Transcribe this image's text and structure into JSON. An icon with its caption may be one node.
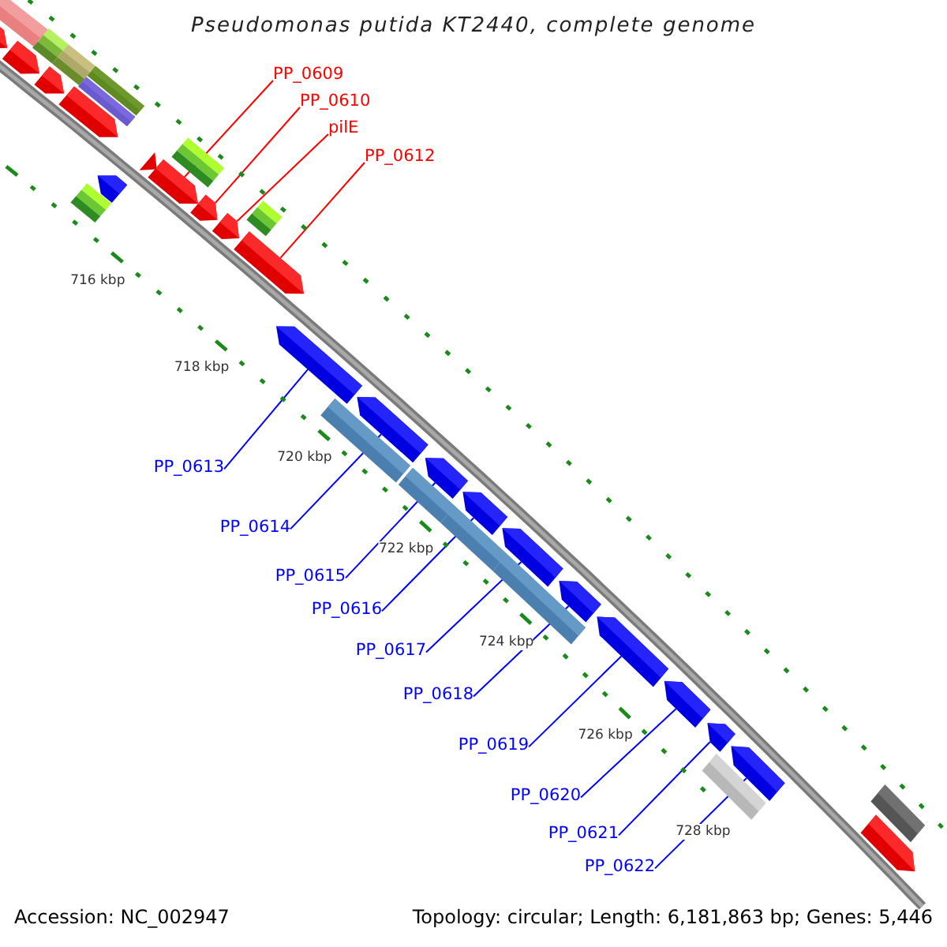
{
  "diagram": {
    "title": "Pseudomonas putida KT2440, complete genome",
    "nodes": [
      {
        "text": [
          "PP_0609"
        ]
      },
      {
        "text": [
          "PP_0610"
        ]
      },
      {
        "text": [
          "pilE"
        ]
      },
      {
        "text": [
          "PP_0612"
        ]
      },
      {
        "text": [
          "PP_0613"
        ]
      },
      {
        "text": [
          "PP_0614"
        ]
      },
      {
        "text": [
          "PP_0615"
        ]
      },
      {
        "text": [
          "PP_0616"
        ]
      },
      {
        "text": [
          "PP_0617"
        ]
      },
      {
        "text": [
          "PP_0618"
        ]
      },
      {
        "text": [
          "PP_0619"
        ]
      },
      {
        "text": [
          "PP_0620"
        ]
      },
      {
        "text": [
          "PP_0621"
        ]
      },
      {
        "text": [
          "PP_0622"
        ]
      },
      {
        "text": [],
        "shape": "arrow"
      },
      {
        "text": [],
        "shape": "arrow"
      },
      {
        "text": [],
        "shape": "arrow"
      },
      {
        "text": [],
        "shape": "arrow"
      },
      {
        "text": [],
        "shape": "arrow"
      },
      {
        "text": [],
        "shape": "arrow"
      },
      {
        "text": [],
        "shape": "arrow"
      },
      {
        "text": [],
        "shape": "arrow"
      },
      {
        "text": [],
        "shape": "arrow"
      },
      {
        "text": [],
        "shape": "arrow"
      },
      {
        "text": [],
        "shape": "arrow"
      },
      {
        "text": [],
        "shape": "arrow"
      },
      {
        "text": [],
        "shape": "arrow"
      },
      {
        "text": [],
        "shape": "arrow"
      },
      {
        "text": [],
        "shape": "arrow"
      },
      {
        "text": [],
        "shape": "arrow"
      },
      {
        "text": [],
        "shape": "arrow"
      },
      {
        "text": [],
        "shape": "arrow"
      },
      {
        "text": [],
        "shape": "arrow"
      },
      {
        "text": [],
        "shape": "arrow"
      }
    ],
    "edges": [
      {
        "from": 0,
        "to": 14,
        "arrow": "none",
        "color": "#ff0000"
      },
      {
        "from": 1,
        "to": 15,
        "arrow": "none",
        "color": "#ff0000"
      },
      {
        "from": 2,
        "to": 16,
        "arrow": "none",
        "color": "#ff0000"
      },
      {
        "from": 3,
        "to": 17,
        "arrow": "none",
        "color": "#ff0000"
      },
      {
        "from": 4,
        "to": 18,
        "arrow": "none"
      },
      {
        "from": 5,
        "to": 19,
        "arrow": "none"
      },
      {
        "from": 6,
        "to": 20,
        "arrow": "none"
      },
      {
        "from": 7,
        "to": 21,
        "arrow": "none"
      },
      {
        "from": 8,
        "to": 22,
        "arrow": "none"
      },
      {
        "from": 9,
        "to": 23,
        "arrow": "none"
      },
      {
        "from": 10,
        "to": 24,
        "arrow": "none"
      },
      {
        "from": 11,
        "to": 25,
        "arrow": "none"
      },
      {
        "from": 12,
        "to": 26,
        "arrow": "none"
      },
      {
        "from": 13,
        "to": 27,
        "arrow": "none"
      }
    ],
    "labels": [
      "716 kbp",
      "718 kbp",
      "720 kbp",
      "722 kbp",
      "724 kbp",
      "726 kbp",
      "728 kbp",
      "Accession: NC_002947",
      "Topology: circular; Length: 6,181,863 bp; Genes: 5,446"
    ]
  }
}
